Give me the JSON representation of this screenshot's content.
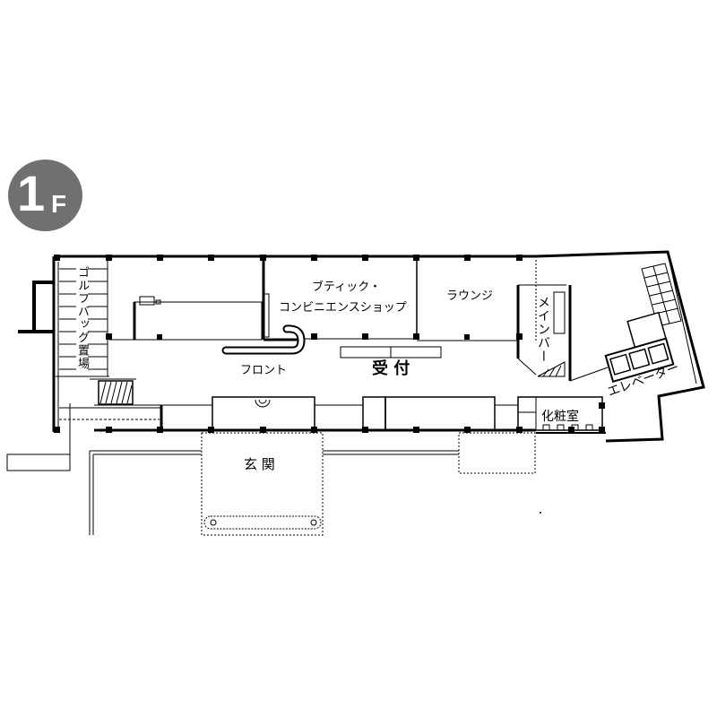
{
  "floor_badge": {
    "number": "1",
    "letter": "F",
    "color": "#707070"
  },
  "rooms": {
    "boutique_line1": "ブティック・",
    "boutique_line2": "コンビニエンスショップ",
    "lounge": "ラウンジ",
    "main_bar": "メインバー",
    "front": "フロント",
    "reception": "受 付",
    "restroom": "化粧室",
    "elevator": "エレベーター",
    "entrance": "玄 関",
    "golf_bag_storage": "ゴルフバッグ置場"
  }
}
